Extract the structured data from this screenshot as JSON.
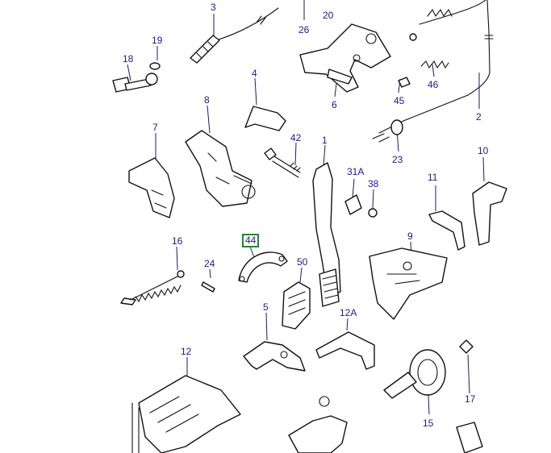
{
  "callouts": {
    "c1": "1",
    "c2": "2",
    "c3": "3",
    "c4": "4",
    "c5": "5",
    "c6": "6",
    "c7": "7",
    "c8": "8",
    "c9": "9",
    "c10": "10",
    "c11": "11",
    "c12": "12",
    "c12a": "12A",
    "c15": "15",
    "c16": "16",
    "c17": "17",
    "c18": "18",
    "c19": "19",
    "c20": "20",
    "c23": "23",
    "c24": "24",
    "c26": "26",
    "c31a": "31A",
    "c38": "38",
    "c42": "42",
    "c44": "44",
    "c45": "45",
    "c46": "46",
    "c50": "50"
  },
  "highlight": {
    "callout": "44",
    "color": "#1c8a2e"
  },
  "colors": {
    "callout_text": "#1a1a8c",
    "line_art": "#111111",
    "background": "#ffffff"
  }
}
